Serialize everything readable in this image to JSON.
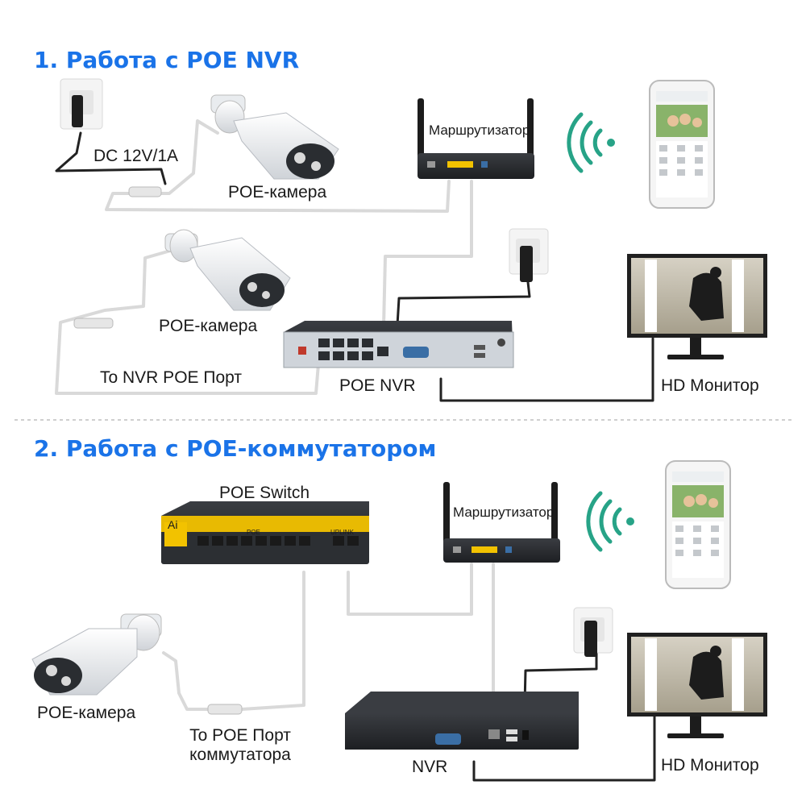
{
  "section1": {
    "heading": "1. Работа с POE NVR",
    "labels": {
      "dc": "DC 12V/1A",
      "camera_top": "POE-камера",
      "camera_mid": "POE-камера",
      "router": "Маршрутизатор",
      "nvr_port": "To NVR POE Порт",
      "nvr": "POE NVR",
      "monitor": "HD Монитор"
    }
  },
  "section2": {
    "heading": "2. Работа с POE-коммутатором",
    "labels": {
      "switch": "POE Switch",
      "router": "Маршрутизатор",
      "camera": "POE-камера",
      "switch_port_1": "To POE Порт",
      "switch_port_2": "коммутатора",
      "nvr": "NVR",
      "monitor": "HD Монитор"
    },
    "switch_brand": "Ai",
    "switch_poe_text": "POE",
    "switch_uplink_text": "UPLINK"
  },
  "colors": {
    "heading": "#1a73e8",
    "wifi": "#27a387",
    "cable_black": "#222222",
    "cable_light": "#d9d9d9",
    "switch_yellow": "#f2c200"
  }
}
